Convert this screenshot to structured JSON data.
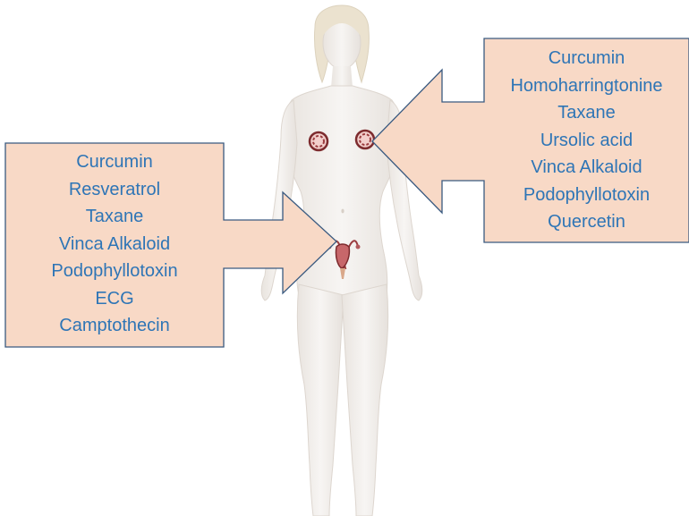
{
  "figure": {
    "subject": "female-body",
    "target_organs": [
      "breast",
      "uterus"
    ]
  },
  "colors": {
    "callout_fill": "#f8d9c6",
    "callout_stroke": "#3a5a80",
    "text": "#2e75b6",
    "skin": "#f4f1ee",
    "organ": "#9a3b3e"
  },
  "callouts": {
    "breast": {
      "compounds": [
        "Curcumin",
        "Homoharringtonine",
        "Taxane",
        "Ursolic acid",
        "Vinca Alkaloid",
        "Podophyllotoxin",
        "Quercetin"
      ]
    },
    "uterus": {
      "compounds": [
        "Curcumin",
        "Resveratrol",
        "Taxane",
        "Vinca Alkaloid",
        "Podophyllotoxin",
        "ECG",
        "Camptothecin"
      ]
    }
  }
}
